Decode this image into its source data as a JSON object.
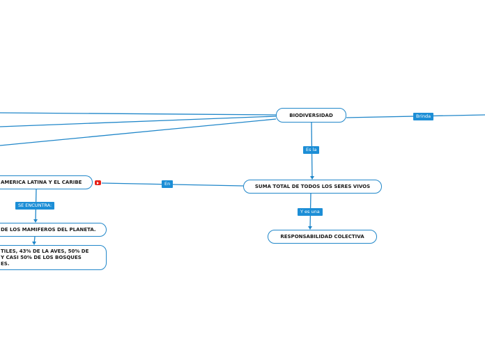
{
  "colors": {
    "line": "#1f86c9",
    "tag_bg": "#1c8ed6",
    "video_icon": "#e62117"
  },
  "nodes": {
    "biodiversidad": "BIODIVERSIDAD",
    "suma_total": "SUMA TOTAL DE TODOS LOS SERES VIVOS",
    "responsabilidad": "RESPONSABILIDAD COLECTIVA",
    "america_latina": "AMERICA LATINA Y EL CARIBE",
    "mamiferos": "DE LOS MAMIFEROS DEL PLANETA.",
    "reptiles_line1": "TILES, 43% DE LA AVES, 50% DE",
    "reptiles_line2": "Y CASI 50% DE LOS BOSQUES",
    "reptiles_line3": "ES."
  },
  "connectors": {
    "brinda": "Brinda",
    "es_la": "Es la",
    "y_es_una": "Y es una",
    "en": "En",
    "se_encuentra": "SE ENCUNTRA:"
  },
  "icons": {
    "video": "youtube-play-icon"
  }
}
